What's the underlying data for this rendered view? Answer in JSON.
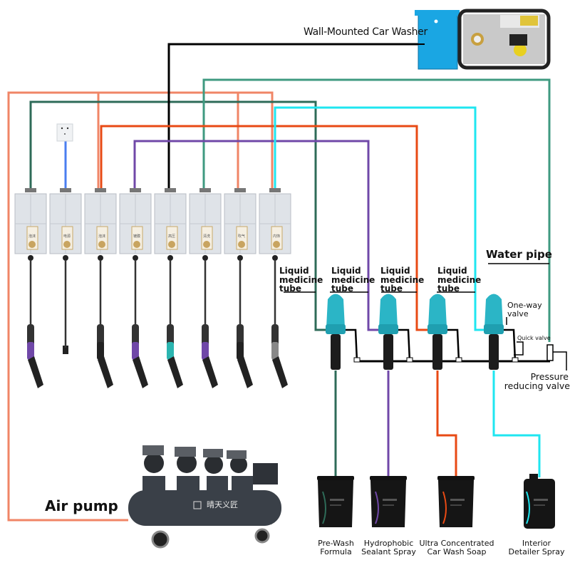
{
  "colors": {
    "salmon": "#f08566",
    "dark_green": "#2e6b58",
    "teal_green": "#3f9a80",
    "orange_red": "#e84a14",
    "purple": "#7048a8",
    "black": "#000000",
    "cyan": "#1fe6f0",
    "blue": "#4a7ef0",
    "dispenser_teal": "#2bb5c6",
    "box_gray": "#dfe3e8"
  },
  "labels": {
    "car_washer": "Wall-Mounted Car Washer",
    "water_pipe": "Water pipe",
    "liquid_tube": [
      "Liquid",
      "medicine",
      "tube"
    ],
    "one_way_valve": [
      "One-way",
      "valve"
    ],
    "quick_valve": "Quick valve",
    "pressure_valve": [
      "Pressure",
      "reducing valve"
    ],
    "air_pump": "Air pump",
    "pump_brand": "晴天义匠"
  },
  "control_boxes": [
    {
      "id": 1,
      "pipe": "dark_green",
      "tag": "泡沫"
    },
    {
      "id": 2,
      "pipe": "blue",
      "tag": "电源"
    },
    {
      "id": 3,
      "pipe": "orange_red",
      "tag": "泡沫"
    },
    {
      "id": 4,
      "pipe": "purple",
      "tag": "镀膜"
    },
    {
      "id": 5,
      "pipe": "black",
      "tag": "高压"
    },
    {
      "id": 6,
      "pipe": "teal_green",
      "tag": "清洗"
    },
    {
      "id": 7,
      "pipe": "salmon",
      "tag": "吹气"
    },
    {
      "id": 8,
      "pipe": "cyan",
      "tag": "内饰"
    }
  ],
  "dispensers": [
    {
      "id": 1,
      "feed": "dark_green",
      "product": "Pre-Wash Formula",
      "product_lines": [
        "Pre-Wash",
        "Formula"
      ]
    },
    {
      "id": 2,
      "feed": "purple",
      "product": "Hydrophobic Sealant Spray",
      "product_lines": [
        "Hydrophobic",
        "Sealant Spray"
      ]
    },
    {
      "id": 3,
      "feed": "orange_red",
      "product": "Ultra Concentrated Car Wash Soap",
      "product_lines": [
        "Ultra Concentrated",
        "Car Wash Soap"
      ]
    },
    {
      "id": 4,
      "feed": "cyan",
      "product": "Interior Detailer Spray",
      "product_lines": [
        "Interior",
        "Detailer Spray"
      ]
    }
  ]
}
